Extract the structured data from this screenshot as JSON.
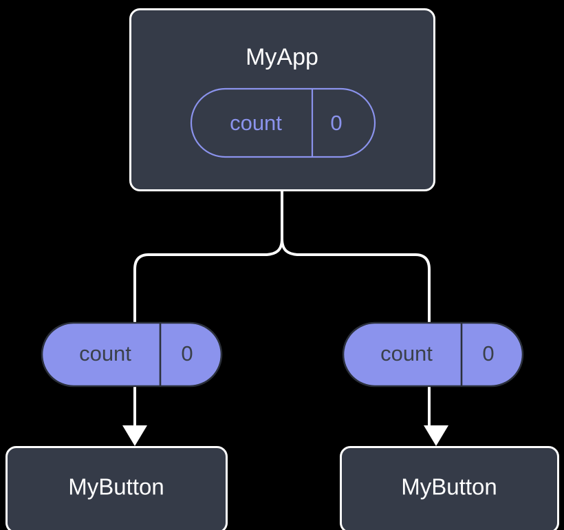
{
  "diagram": {
    "type": "component-state-tree",
    "background_color": "#000000",
    "colors": {
      "node_fill": "#353b48",
      "node_border": "#ffffff",
      "accent_purple": "#8b93ed",
      "edge": "#ffffff",
      "filled_pill_text": "#3a4049"
    },
    "root": {
      "title": "MyApp",
      "state": {
        "key": "count",
        "value": "0",
        "style": "outline"
      }
    },
    "branches": [
      {
        "id": "left",
        "state": {
          "key": "count",
          "value": "0",
          "style": "filled"
        },
        "child": {
          "title": "MyButton"
        }
      },
      {
        "id": "right",
        "state": {
          "key": "count",
          "value": "0",
          "style": "filled"
        },
        "child": {
          "title": "MyButton"
        }
      }
    ]
  }
}
